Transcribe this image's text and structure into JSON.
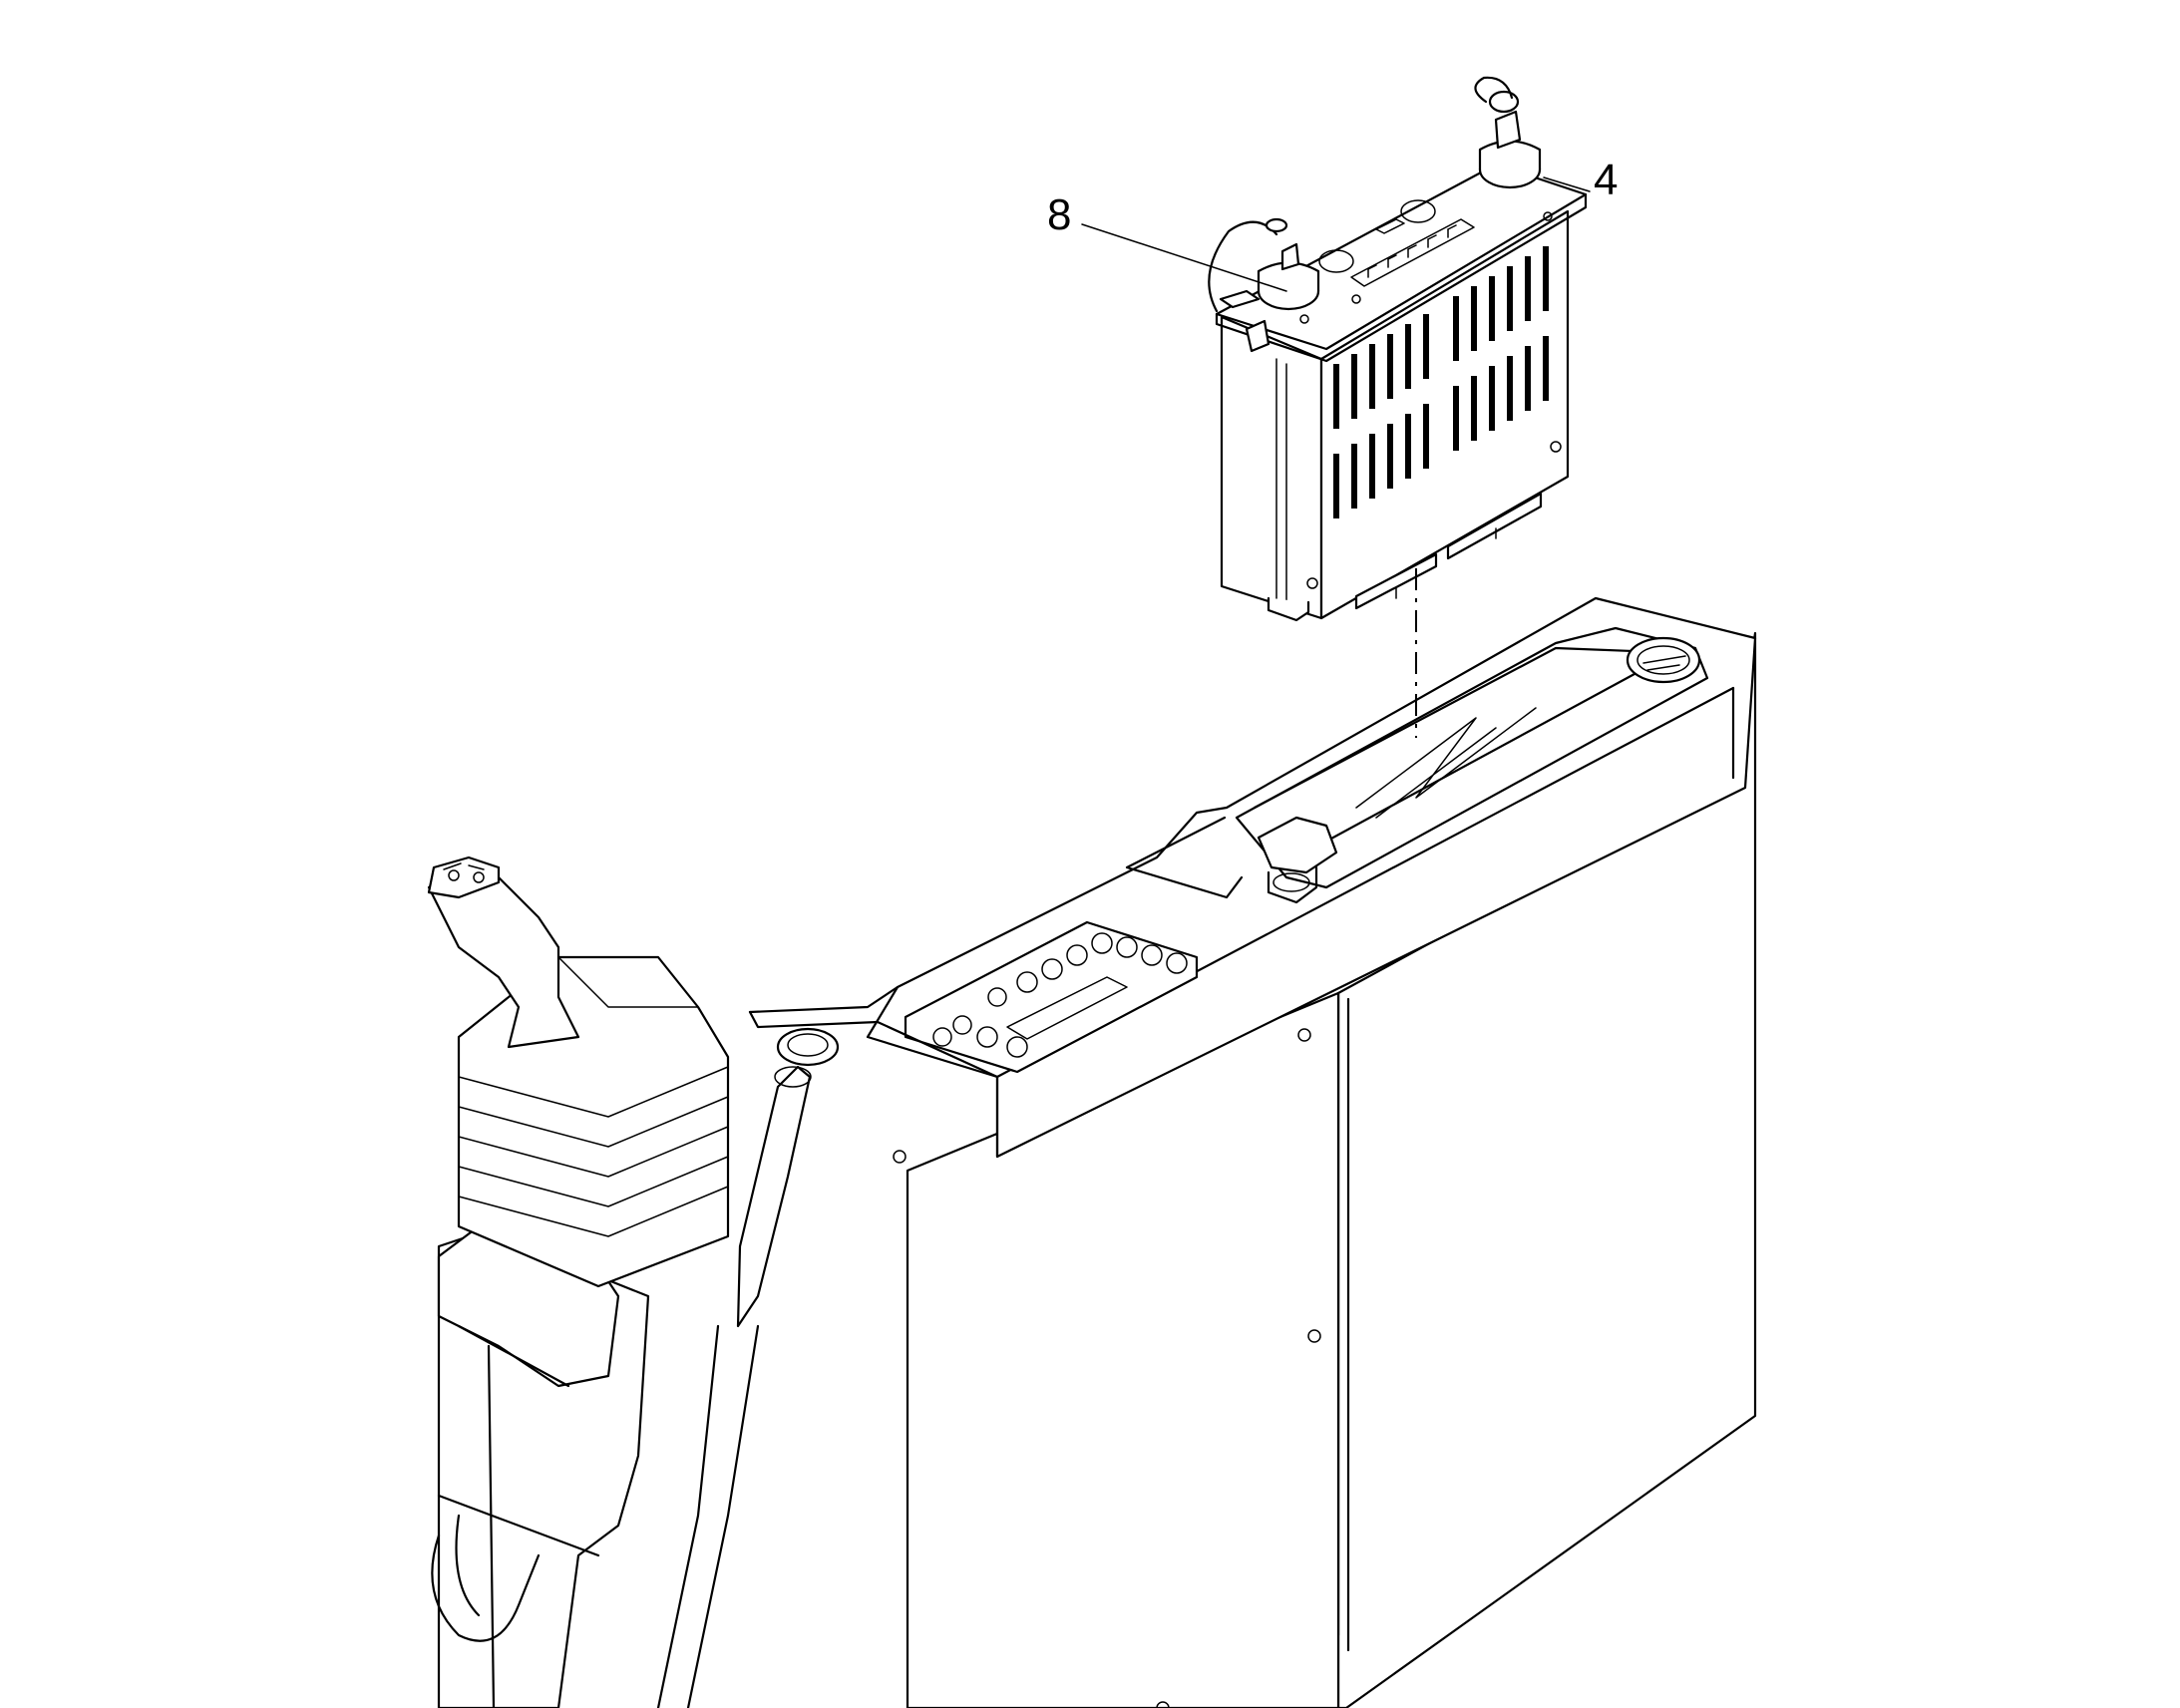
{
  "callouts": [
    {
      "id": "8",
      "label": "8"
    },
    {
      "id": "4",
      "label": "4"
    }
  ],
  "colors": {
    "ink": "#000000",
    "paper": "#ffffff"
  }
}
